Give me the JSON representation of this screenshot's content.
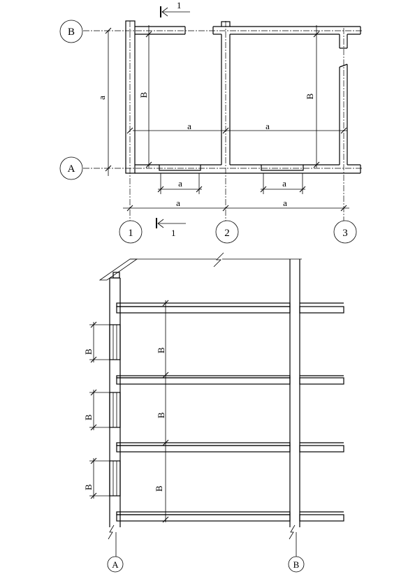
{
  "plan": {
    "axes_letters": [
      "B",
      "A"
    ],
    "axes_numbers": [
      "1",
      "2",
      "3"
    ],
    "section_mark": "1",
    "dim_span": "a",
    "dim_depth": "B",
    "dim_window": "a"
  },
  "section": {
    "axes": [
      "A",
      "B"
    ],
    "floor_height": "B",
    "window_height": "B"
  }
}
